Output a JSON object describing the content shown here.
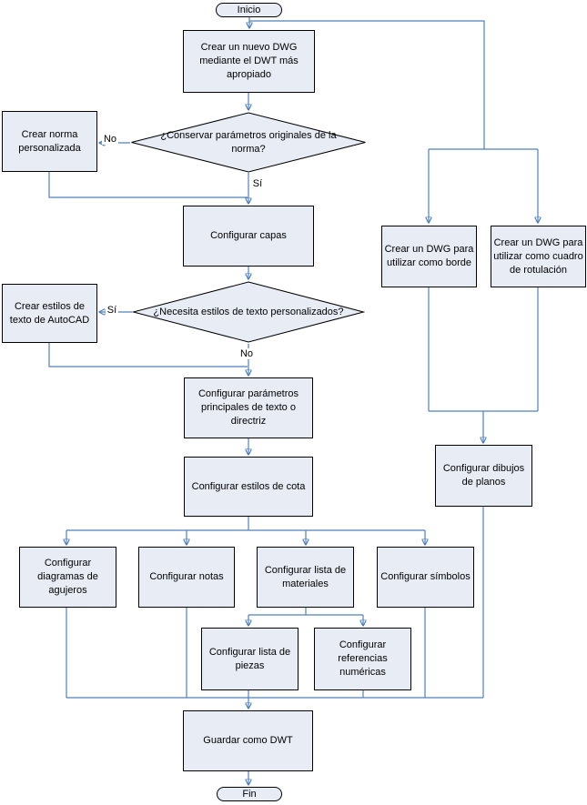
{
  "colors": {
    "node_fill": "#e7ecf5",
    "node_border": "#000000",
    "connector": "#4f81bd",
    "text": "#000000",
    "page_bg": "#ffffff"
  },
  "nodes": {
    "start": {
      "type": "terminator",
      "label": "Inicio"
    },
    "create_dwg": {
      "type": "process",
      "label": "Crear un nuevo DWG mediante el DWT más apropiado"
    },
    "decision_norma": {
      "type": "decision",
      "label": "¿Conservar parámetros originales de la norma?"
    },
    "crear_norma": {
      "type": "process",
      "label": "Crear norma personalizada"
    },
    "configurar_capas": {
      "type": "process",
      "label": "Configurar capas"
    },
    "decision_estilos": {
      "type": "decision",
      "label": "¿Necesita estilos de texto personalizados?"
    },
    "crear_estilos": {
      "type": "process",
      "label": "Crear estilos de texto de AutoCAD"
    },
    "configurar_parametros": {
      "type": "process",
      "label": "Configurar parámetros principales de texto o directriz"
    },
    "configurar_cota": {
      "type": "process",
      "label": "Configurar estilos de cota"
    },
    "configurar_diagramas": {
      "type": "process",
      "label": "Configurar diagramas de agujeros"
    },
    "configurar_notas": {
      "type": "process",
      "label": "Configurar notas"
    },
    "configurar_lista_materiales": {
      "type": "process",
      "label": "Configurar lista de materiales"
    },
    "configurar_simbolos": {
      "type": "process",
      "label": "Configurar símbolos"
    },
    "configurar_lista_piezas": {
      "type": "process",
      "label": "Configurar lista de piezas"
    },
    "configurar_referencias": {
      "type": "process",
      "label": "Configurar referencias numéricas"
    },
    "guardar": {
      "type": "process",
      "label": "Guardar como DWT"
    },
    "end": {
      "type": "terminator",
      "label": "Fin"
    },
    "crear_dwg_borde": {
      "type": "process",
      "label": "Crear un DWG para utilizar como borde"
    },
    "crear_dwg_rotulacion": {
      "type": "process",
      "label": "Crear un DWG para utilizar como cuadro de rotulación"
    },
    "configurar_dibujos": {
      "type": "process",
      "label": "Configurar dibujos de planos"
    }
  },
  "edges": [
    {
      "from": "start",
      "to": "create_dwg"
    },
    {
      "from": "create_dwg",
      "to": "decision_norma"
    },
    {
      "from": "decision_norma",
      "to": "crear_norma",
      "label": "No"
    },
    {
      "from": "decision_norma",
      "to": "configurar_capas",
      "label": "Sí"
    },
    {
      "from": "crear_norma",
      "to": "configurar_capas"
    },
    {
      "from": "configurar_capas",
      "to": "decision_estilos"
    },
    {
      "from": "decision_estilos",
      "to": "crear_estilos",
      "label": "Sí"
    },
    {
      "from": "decision_estilos",
      "to": "configurar_parametros",
      "label": "No"
    },
    {
      "from": "crear_estilos",
      "to": "configurar_parametros"
    },
    {
      "from": "configurar_parametros",
      "to": "configurar_cota"
    },
    {
      "from": "configurar_cota",
      "to": "configurar_diagramas"
    },
    {
      "from": "configurar_cota",
      "to": "configurar_notas"
    },
    {
      "from": "configurar_cota",
      "to": "configurar_lista_materiales"
    },
    {
      "from": "configurar_cota",
      "to": "configurar_simbolos"
    },
    {
      "from": "configurar_lista_materiales",
      "to": "configurar_lista_piezas"
    },
    {
      "from": "configurar_lista_materiales",
      "to": "configurar_referencias"
    },
    {
      "from": "start",
      "to": "crear_dwg_borde"
    },
    {
      "from": "start",
      "to": "crear_dwg_rotulacion"
    },
    {
      "from": "crear_dwg_borde",
      "to": "configurar_dibujos"
    },
    {
      "from": "crear_dwg_rotulacion",
      "to": "configurar_dibujos"
    },
    {
      "from": "configurar_diagramas",
      "to": "guardar"
    },
    {
      "from": "configurar_notas",
      "to": "guardar"
    },
    {
      "from": "configurar_lista_piezas",
      "to": "guardar"
    },
    {
      "from": "configurar_referencias",
      "to": "guardar"
    },
    {
      "from": "configurar_simbolos",
      "to": "guardar"
    },
    {
      "from": "configurar_dibujos",
      "to": "guardar"
    },
    {
      "from": "guardar",
      "to": "end"
    }
  ]
}
